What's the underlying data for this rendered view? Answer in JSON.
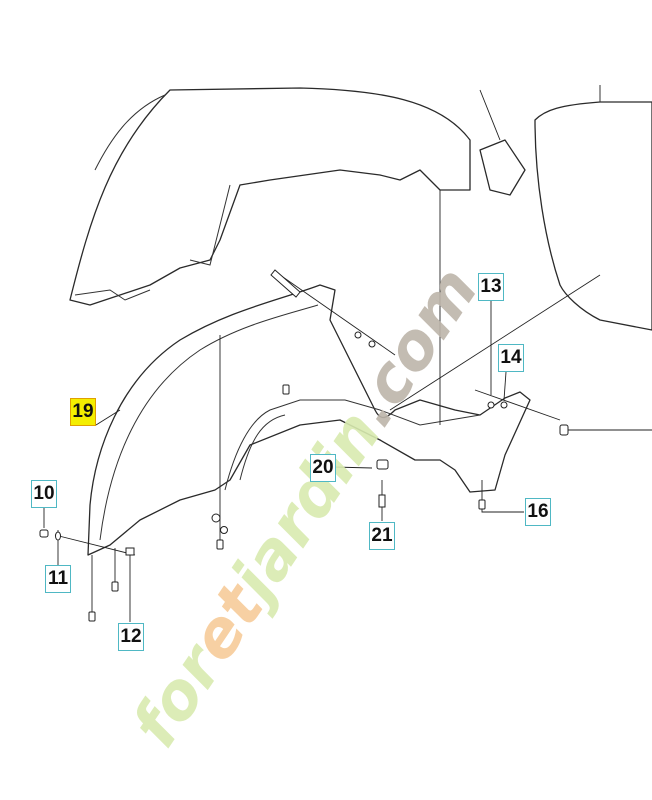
{
  "diagram": {
    "callouts": [
      {
        "id": "10",
        "highlighted": false
      },
      {
        "id": "11",
        "highlighted": false
      },
      {
        "id": "12",
        "highlighted": false
      },
      {
        "id": "13",
        "highlighted": false
      },
      {
        "id": "14",
        "highlighted": false
      },
      {
        "id": "16",
        "highlighted": false
      },
      {
        "id": "19",
        "highlighted": true
      },
      {
        "id": "20",
        "highlighted": false
      },
      {
        "id": "21",
        "highlighted": false
      }
    ],
    "highlight_color": "#f4ee00",
    "callout_border_color": "#4fb8c4"
  },
  "watermark": {
    "part1": "for",
    "part2": "et",
    "part3": "jardin",
    "part4": ".com",
    "full": "foretjardin.com"
  }
}
